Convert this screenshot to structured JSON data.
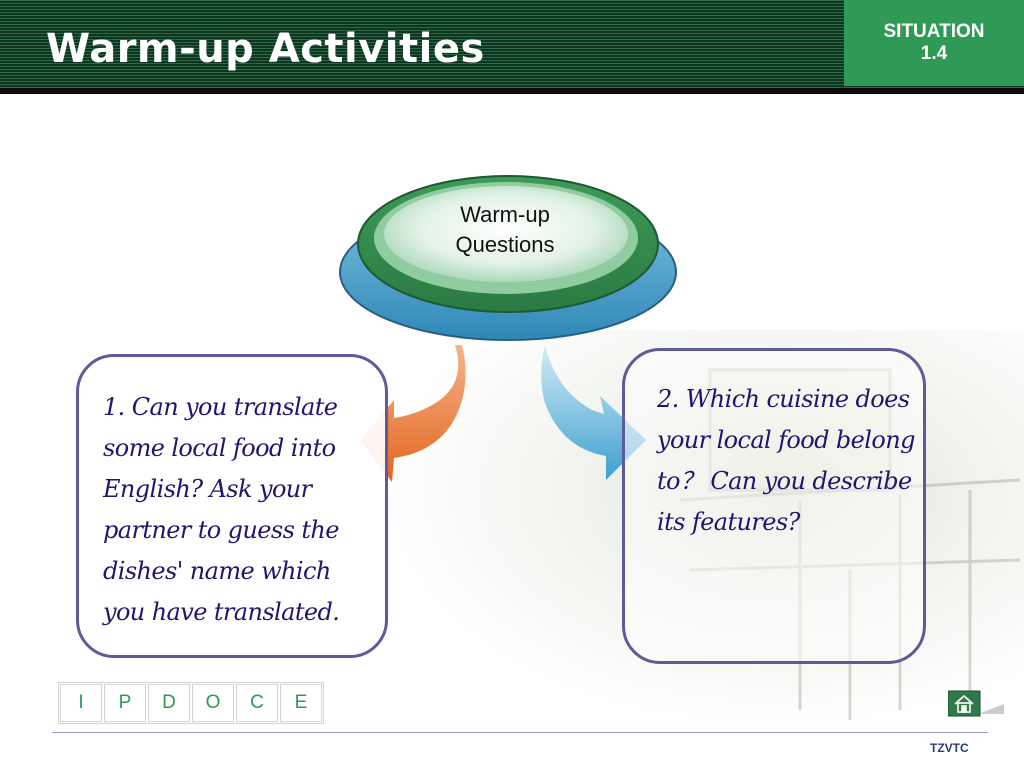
{
  "slide": {
    "title": "Warm-up Activities",
    "situation_line1": "SITUATION",
    "situation_line2": "1.4"
  },
  "center": {
    "line1": "Warm-up",
    "line2": "Questions"
  },
  "questions": [
    {
      "text": "1. Can you translate some local food into English? Ask your partner to guess the dishes' name which you have translated."
    },
    {
      "text": "2. Which cuisine does your local food belong to？ Can you describe its features?"
    }
  ],
  "nav": {
    "items": [
      "I",
      "P",
      "D",
      "O",
      "C",
      "E"
    ]
  },
  "footer": {
    "label": "TZVTC"
  },
  "colors": {
    "header_green": "#16432a",
    "accent_green": "#2f9a55",
    "question_text": "#25136e",
    "box_border": "#5d5b98",
    "left_arrow": "#e8702a",
    "right_arrow": "#4aa8d6"
  },
  "icons": {
    "home": "home-icon",
    "arrow_left": "curved-arrow-left-icon",
    "arrow_right": "curved-arrow-right-icon"
  }
}
